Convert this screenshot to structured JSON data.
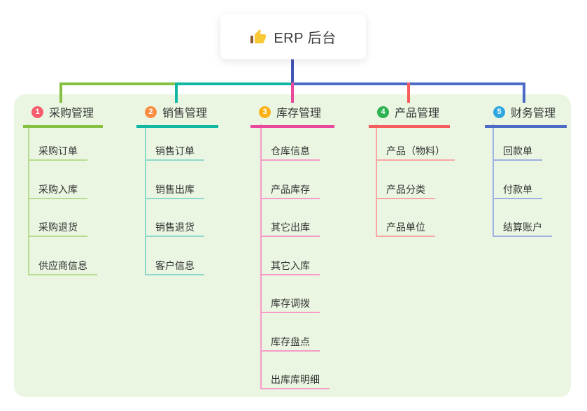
{
  "root": {
    "label": "ERP 后台",
    "icon": "thumbs-up-icon"
  },
  "colors": {
    "page_bg": "#ffffff",
    "panel_bg": "#eaf6e2",
    "root_connector": "#4456b5",
    "card_bg": "#ffffff",
    "text": "#333333",
    "thumb_yellow": "#f9c835",
    "thumb_cuff": "#8a5b33"
  },
  "branches": [
    {
      "num": "1",
      "label": "采购管理",
      "badge_color": "#f75c6d",
      "line_color": "#85c043",
      "child_line_color": "#b7dc90",
      "children": [
        "采购订单",
        "采购入库",
        "采购退货",
        "供应商信息"
      ]
    },
    {
      "num": "2",
      "label": "销售管理",
      "badge_color": "#fb8d42",
      "line_color": "#10b7a3",
      "child_line_color": "#8ed9cb",
      "children": [
        "销售订单",
        "销售出库",
        "销售退货",
        "客户信息"
      ]
    },
    {
      "num": "3",
      "label": "库存管理",
      "badge_color": "#fbb216",
      "line_color": "#e9489d",
      "child_line_color": "#f59cc7",
      "children": [
        "仓库信息",
        "产品库存",
        "其它出库",
        "其它入库",
        "库存调拨",
        "库存盘点",
        "出库库明细"
      ]
    },
    {
      "num": "4",
      "label": "产品管理",
      "badge_color": "#2eb353",
      "line_color": "#f85d5d",
      "child_line_color": "#fba6a6",
      "children": [
        "产品（物料）",
        "产品分类",
        "产品单位"
      ]
    },
    {
      "num": "5",
      "label": "财务管理",
      "badge_color": "#2ea6df",
      "line_color": "#4c6bc6",
      "child_line_color": "#9eb1e2",
      "children": [
        "回款单",
        "付款单",
        "结算账户"
      ]
    }
  ]
}
